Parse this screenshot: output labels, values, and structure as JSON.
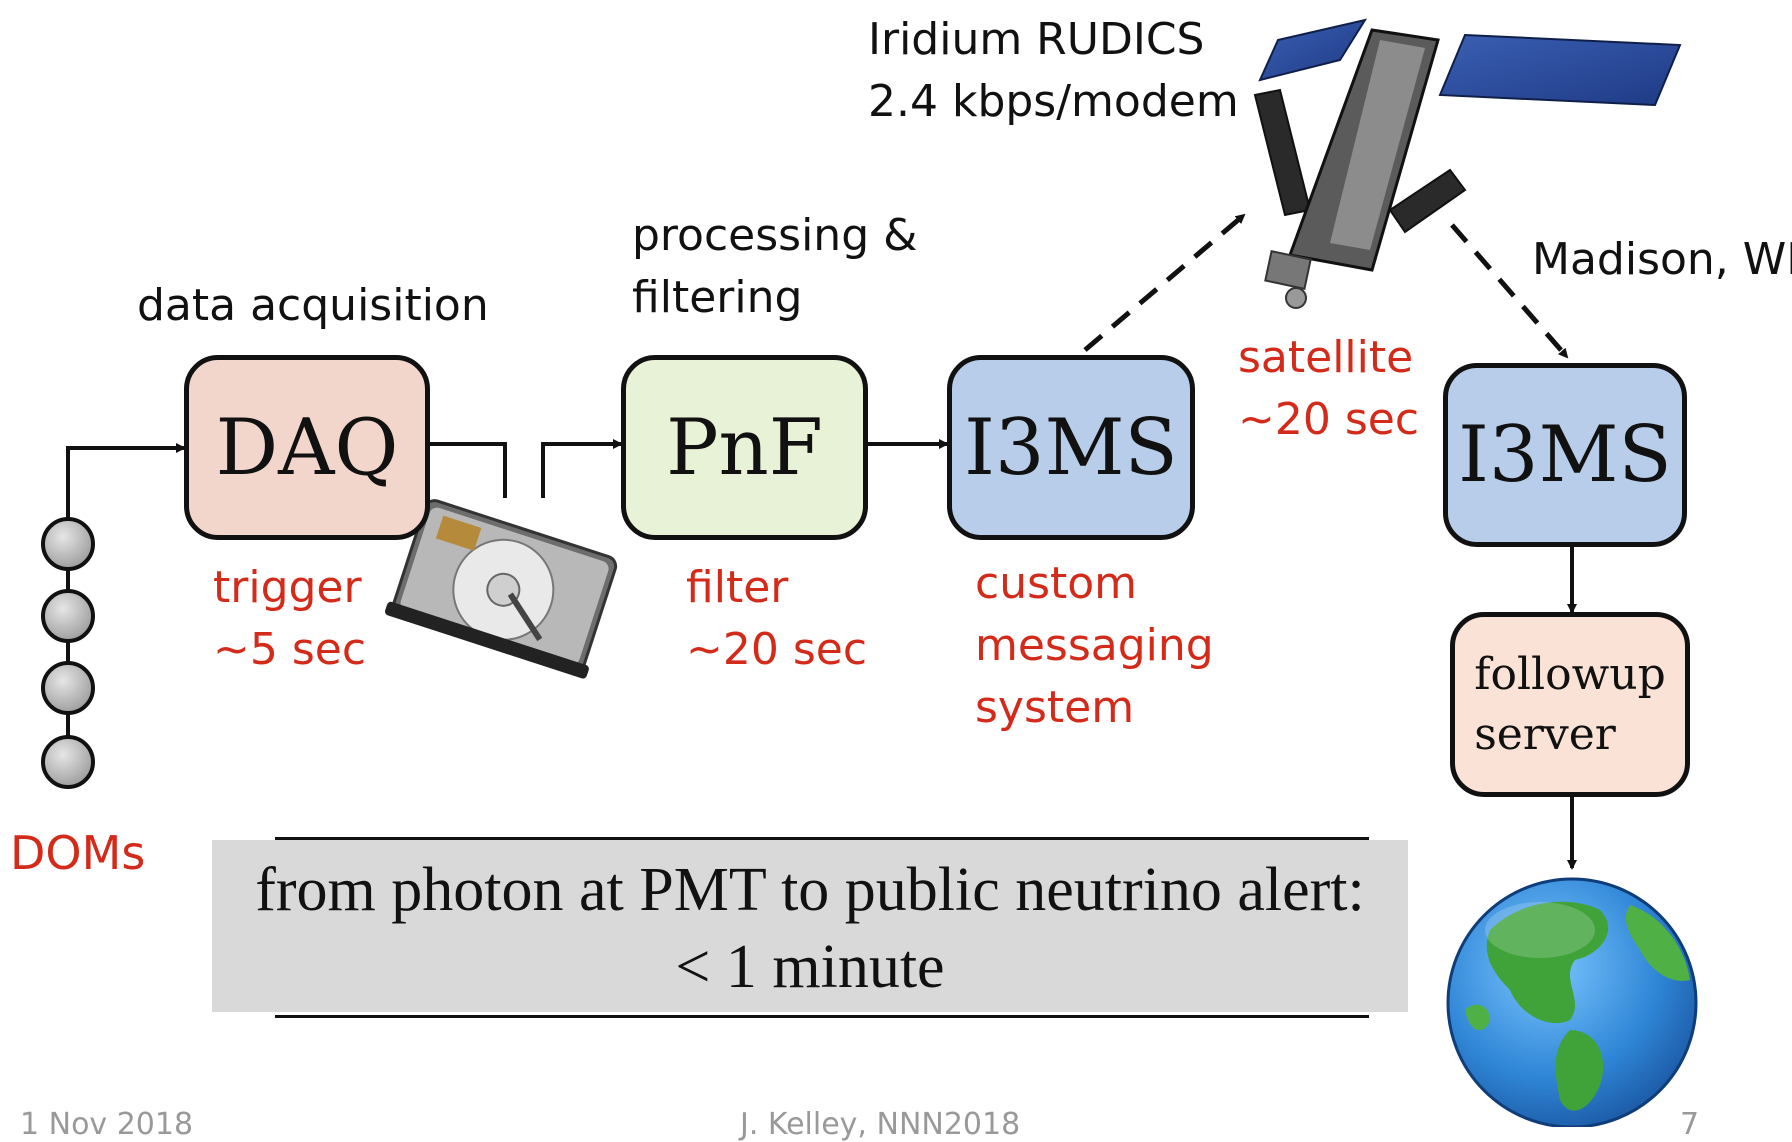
{
  "satellite_caption": {
    "line1": "Iridium RUDICS",
    "line2": "2.4 kbps/modem"
  },
  "madison_label": "Madison, WI",
  "stages": {
    "daq": {
      "name": "DAQ",
      "caption": "data acquisition",
      "note_line1": "trigger",
      "note_line2": "~5 sec"
    },
    "pnf": {
      "name": "PnF",
      "caption_line1": "processing &",
      "caption_line2": "filtering",
      "note_line1": "filter",
      "note_line2": "~20 sec"
    },
    "i3ms_south": {
      "name": "I3MS",
      "note_line1": "custom",
      "note_line2": "messaging",
      "note_line3": "system"
    },
    "satellite": {
      "note_line1": "satellite",
      "note_line2": "~20 sec"
    },
    "i3ms_north": {
      "name": "I3MS"
    },
    "followup": {
      "name": "followup\nserver"
    }
  },
  "doms_label": "DOMs",
  "summary": {
    "line1": "from photon at PMT to public neutrino alert:",
    "line2": "< 1 minute"
  },
  "footer": {
    "left": "1 Nov 2018",
    "center": "J. Kelley, NNN2018",
    "right": "7"
  },
  "colors": {
    "daq_fill": "#f2d6cc",
    "pnf_fill": "#e8f2d6",
    "i3ms_fill": "#b7cde9",
    "followup_fill": "#fbe2d6",
    "note_red": "#d42a1a",
    "summary_fill": "#d9d9d9"
  },
  "icons": [
    "hard-drive-icon",
    "satellite-icon",
    "earth-globe-icon",
    "dom-sensor-icon"
  ]
}
